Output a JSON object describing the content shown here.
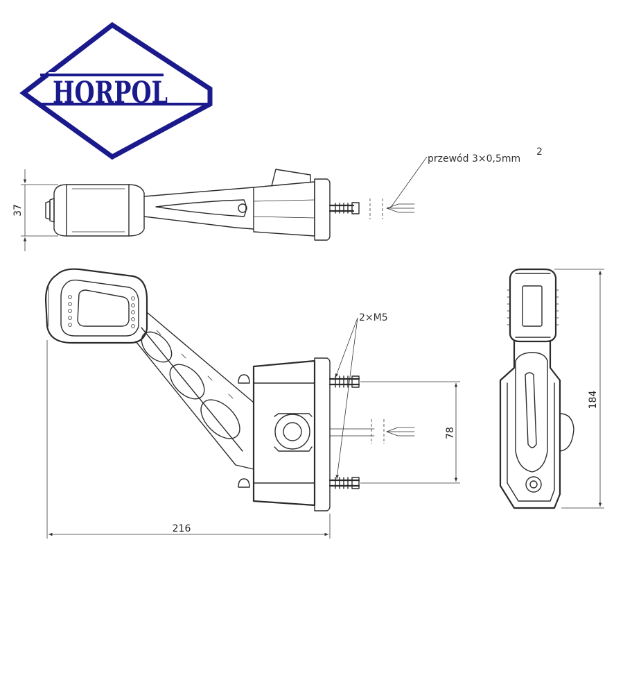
{
  "logo": {
    "text": "HORPOL",
    "color": "#1a1a8c"
  },
  "annotations": {
    "wire": "przewód 3×0,5mm",
    "wire_sup": "2",
    "studs": "2×M5"
  },
  "dimensions": {
    "height": "37",
    "length": "216",
    "stud_spacing": "78",
    "total_height": "184"
  },
  "colors": {
    "line": "#2b2b2b",
    "logo": "#1a1a8c"
  }
}
